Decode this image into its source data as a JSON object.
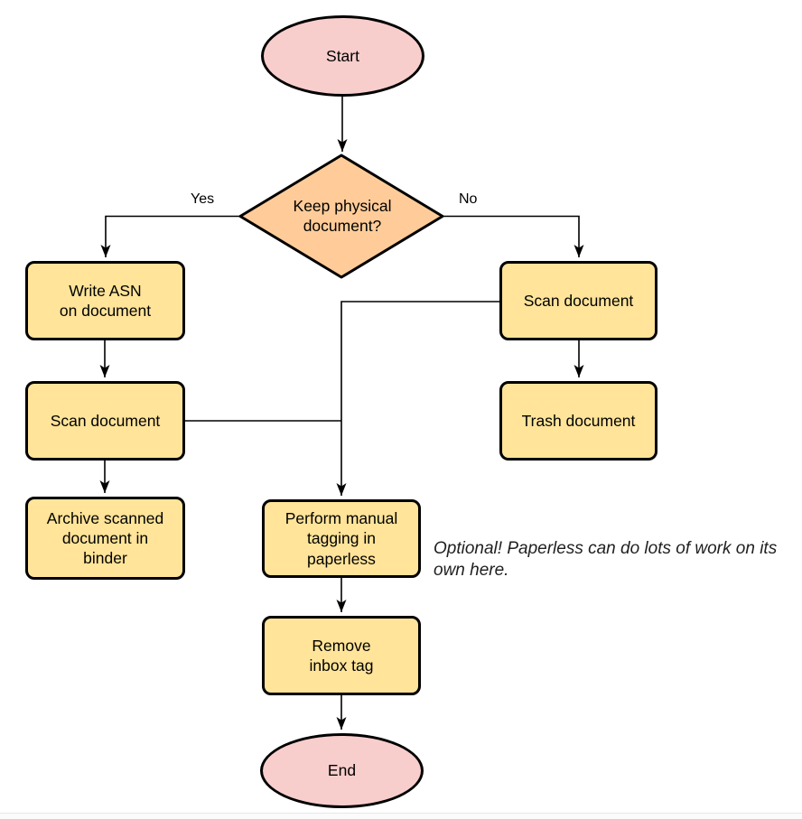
{
  "diagram": {
    "nodes": {
      "start": {
        "label": "Start",
        "type": "terminator"
      },
      "decision_keep_physical": {
        "label": "Keep physical\ndocument?",
        "type": "decision"
      },
      "write_asn": {
        "label": "Write ASN\non document",
        "type": "process"
      },
      "scan_document_left": {
        "label": "Scan document",
        "type": "process"
      },
      "archive_binder": {
        "label": "Archive scanned\ndocument in\nbinder",
        "type": "process"
      },
      "scan_document_right": {
        "label": "Scan document",
        "type": "process"
      },
      "trash_document": {
        "label": "Trash document",
        "type": "process"
      },
      "manual_tagging": {
        "label": "Perform manual\ntagging in\npaperless",
        "type": "process"
      },
      "remove_inbox_tag": {
        "label": "Remove\ninbox tag",
        "type": "process"
      },
      "end": {
        "label": "End",
        "type": "terminator"
      }
    },
    "edge_labels": {
      "yes": "Yes",
      "no": "No"
    },
    "note": "Optional! Paperless can do lots of work on its own here.",
    "colors": {
      "terminator_fill": "#f8cecc",
      "decision_fill": "#ffcc99",
      "process_fill": "#ffe499",
      "stroke": "#000000",
      "background": "#ffffff"
    }
  }
}
